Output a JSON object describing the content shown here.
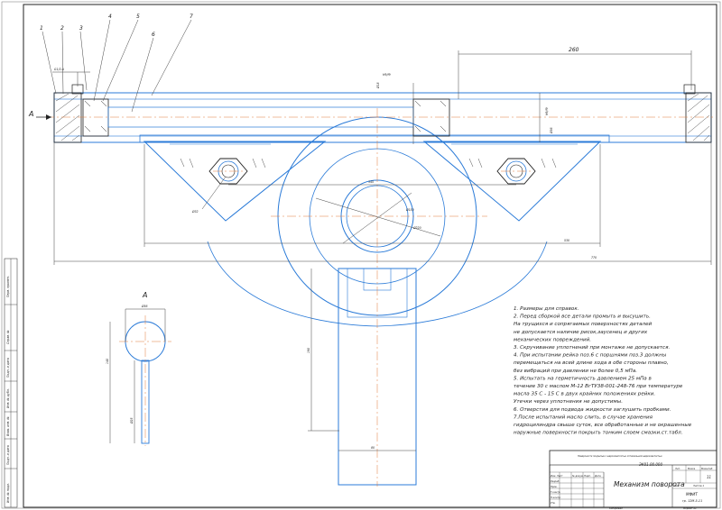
{
  "drawing": {
    "leaders": [
      "1",
      "2",
      "3",
      "4",
      "5",
      "6",
      "7"
    ],
    "thread": "G1/2-A",
    "dims": {
      "d260": "260",
      "d18": "Ø18",
      "d18_fit": "H9/f9",
      "d36": "Ø36",
      "d36_fit": "H9/f9",
      "d32": "Ø32",
      "d345": "345",
      "d150": "Ø150",
      "d220": "Ø220",
      "d530": "530",
      "d770": "770",
      "d190": "190",
      "d80": "80"
    },
    "view_label": "A",
    "section_label": "A",
    "view_dims": {
      "d56": "Ø56",
      "d140": "140",
      "d25": "Ø25"
    }
  },
  "notes": [
    "1. Размеры для справок.",
    "2. Перед сборкой все детали промыть и высушить.",
    "На трущихся и сопрягаемых поверхностях деталей",
    "не допускается наличие рисок,заусенец и других",
    "механических повреждений.",
    "3. Скручивание уплотнений при монтаже не допускается.",
    "4. При испытании рейка поз.6 с поршнями поз.3 должны",
    "перемещаться на всей длине хода в обе стороны плавно,",
    "без вибраций при давлении не более 0,5 мПа.",
    "5. Испытать на герметичность давлением 25 мПа в",
    "течение 30 с маслом М-12 ВгТУ38-001-248-76 при температуре",
    "масла 35 С - 15 С в двух крайних положениях рейки.",
    "Утечки через уплотнения не допустимы.",
    "6. Отверстия для подвода жидкости заглушить пробками.",
    "7.После испытаний масло слить, в случае хранения",
    "гидроцилиндра свыше суток, все обработанные и не окрашенные",
    "наружные поверхности покрыть тонким слоем смазки.ст.табл."
  ],
  "titleblock": {
    "doc_code": "ЭК01.00.000",
    "title": "Механизм поворота",
    "sheet": "11",
    "org": "МФИТ",
    "group": "гр. 12М-5-11",
    "header_note": "Поверхности покрытые с шероховатостью оптимальной шероховатостью",
    "copied": "Копировал",
    "format": "Формат А1",
    "col_lit": "Лит.",
    "col_mass": "Масса",
    "col_scale": "Масштаб",
    "col_sheet": "Лист",
    "col_sheets": "Листов 1",
    "rows": [
      "Изм. Лист",
      "Разраб.",
      "Пров.",
      "Т.контр.",
      "Н.контр.",
      "Утв."
    ],
    "cols": [
      "№ докум.",
      "Подп.",
      "Дата"
    ]
  },
  "sidestamp": {
    "cells": [
      "Перв. примен.",
      "Справ. №",
      "Подп. и дата",
      "Инв. № дубл.",
      "Взам. инв. №",
      "Подп. и дата",
      "Инв. № подл."
    ]
  }
}
